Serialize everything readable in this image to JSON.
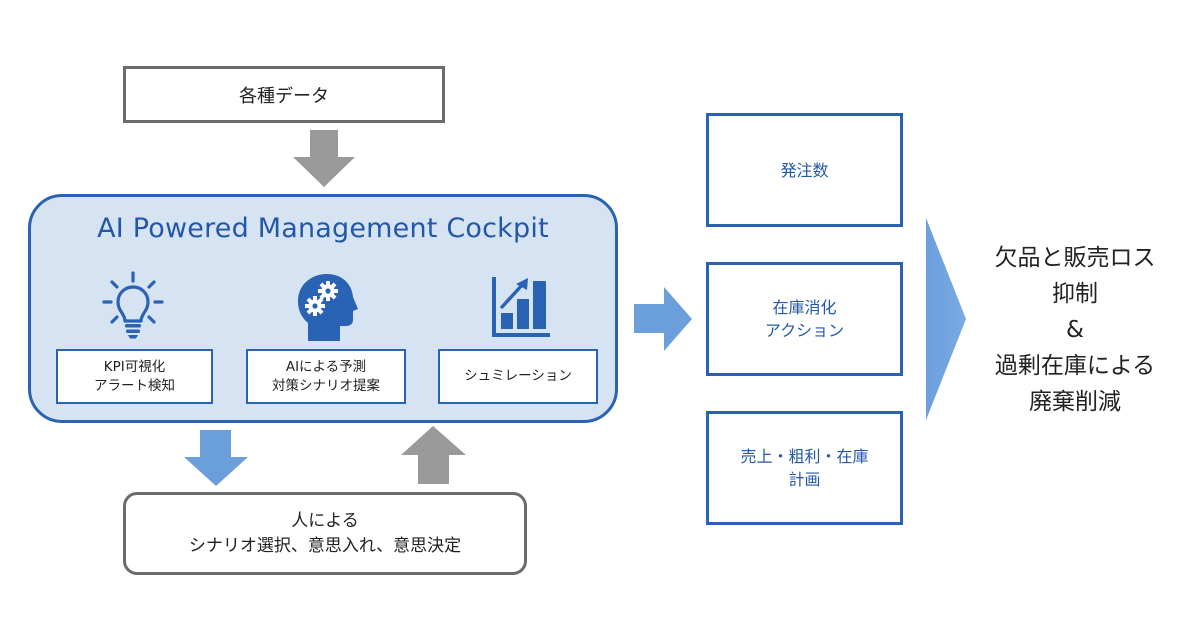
{
  "diagram": {
    "input": {
      "label": "各種データ"
    },
    "cockpit": {
      "title": "AI Powered Management Cockpit",
      "features": [
        {
          "icon": "lightbulb-icon",
          "lines": [
            "KPI可視化",
            "アラート検知"
          ]
        },
        {
          "icon": "head-gears-icon",
          "lines": [
            "AIによる予測",
            "対策シナリオ提案"
          ]
        },
        {
          "icon": "bar-chart-growth-icon",
          "lines": [
            "シュミレーション"
          ]
        }
      ]
    },
    "human": {
      "lines": [
        "人による",
        "シナリオ選択、意思入れ、意思決定"
      ]
    },
    "outputs": [
      {
        "lines": [
          "発注数"
        ]
      },
      {
        "lines": [
          "在庫消化",
          "アクション"
        ]
      },
      {
        "lines": [
          "売上・粗利・在庫",
          "計画"
        ]
      }
    ],
    "outcome": {
      "lines": [
        "欠品と販売ロス",
        "抑制",
        "&",
        "過剰在庫による",
        "廃棄削減"
      ]
    },
    "colors": {
      "primary_blue": "#2a62b4",
      "light_blue_fill": "#d6e3f3",
      "arrow_blue": "#6b9fdc",
      "arrow_gray": "#9a9a9a",
      "box_gray": "#6b6b6b"
    }
  }
}
